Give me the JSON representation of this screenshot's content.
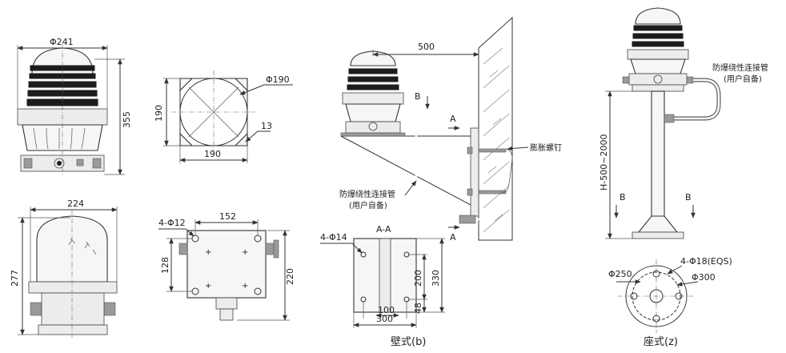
{
  "dims": {
    "top_dia": "Φ241",
    "height_355": "355",
    "width_224": "224",
    "height_277": "277",
    "square_190_v": "190",
    "square_190_h": "190",
    "circle_190": "Φ190",
    "slot_13": "13",
    "holes_4_12": "4-Φ12",
    "hole_span_152": "152",
    "hole_span_128": "128",
    "box_220": "220",
    "arm_500": "500",
    "plate_holes": "4-Φ14",
    "plate_200": "200",
    "plate_330": "330",
    "plate_48": "48",
    "plate_100": "100",
    "plate_300": "300",
    "pole_height": "H-500~2000",
    "base_250": "Φ250",
    "base_300": "Φ300",
    "base_holes": "4-Φ18(EQS)"
  },
  "labels": {
    "section_b_1": "B",
    "section_b_2": "B",
    "section_b_3": "B",
    "section_a_1": "A",
    "section_a_2": "A",
    "section_aa": "A-A",
    "expansion_bolt": "膨胀螺钉",
    "conduit_note_b": "防爆绕性连接管",
    "conduit_sub_b": "(用户自备)",
    "conduit_note_z": "防爆绕性连接管",
    "conduit_sub_z": "(用户自备)"
  },
  "captions": {
    "wall_mount": "壁式(b)",
    "base_mount": "座式(z)"
  }
}
